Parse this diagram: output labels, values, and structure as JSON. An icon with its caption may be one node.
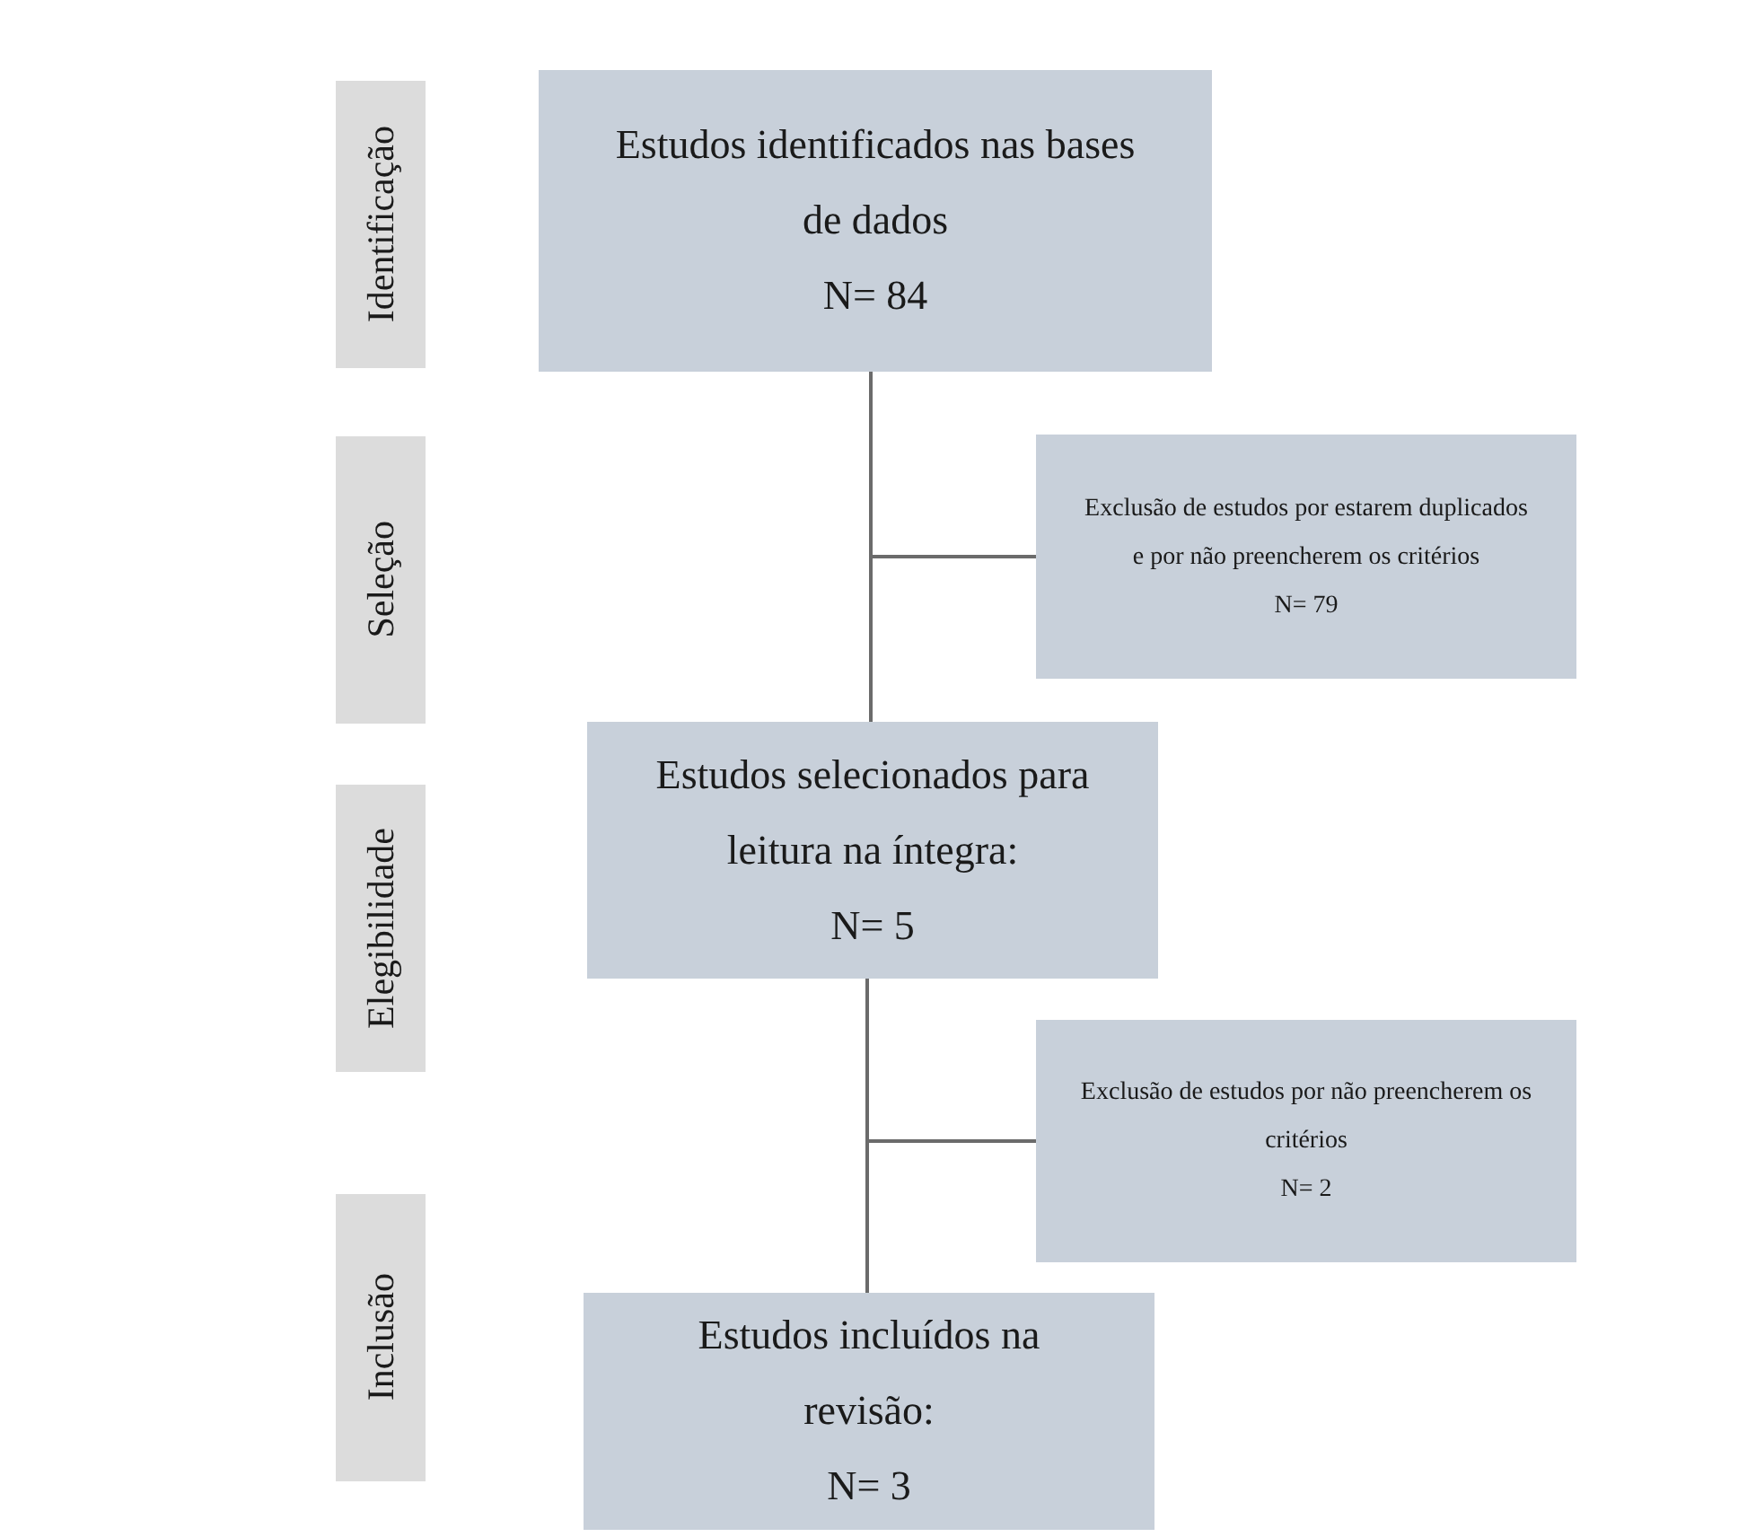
{
  "diagram": {
    "nodes": [
      {
        "text": [
          "Identificação"
        ]
      },
      {
        "text": [
          "Estudos identificados nas bases de dados",
          "N= 84"
        ]
      },
      {
        "text": [
          "Seleção"
        ]
      },
      {
        "text": [
          "Exclusão de estudos por estarem duplicados e por não preencherem os critérios",
          "N= 79"
        ]
      },
      {
        "text": [
          "Elegibilidade"
        ]
      },
      {
        "text": [
          "Estudos selecionados para leitura na íntegra:",
          "N= 5"
        ]
      },
      {
        "text": [
          "Exclusão de estudos por não preencherem os critérios",
          "N= 2"
        ]
      },
      {
        "text": [
          "Inclusão"
        ]
      },
      {
        "text": [
          "Estudos incluídos na revisão:",
          "N= 3"
        ]
      }
    ],
    "edges": [
      {
        "from": 1,
        "to": 3,
        "arrow": "none"
      },
      {
        "from": 1,
        "to": 5,
        "arrow": "none"
      },
      {
        "from": 5,
        "to": 6,
        "arrow": "none"
      },
      {
        "from": 5,
        "to": 8,
        "arrow": "none"
      }
    ]
  }
}
